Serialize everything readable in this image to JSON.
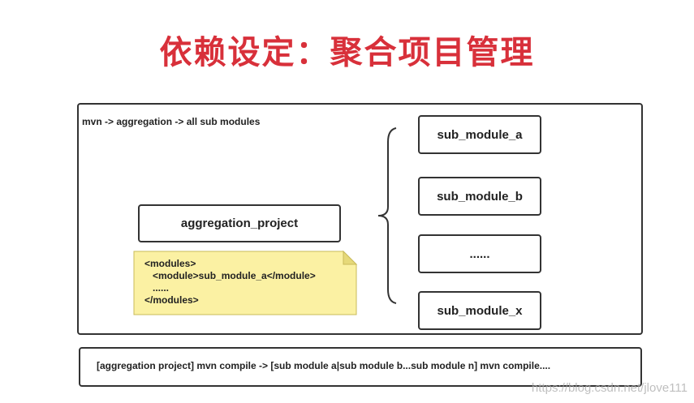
{
  "title": "依赖设定：聚合项目管理",
  "diagram": {
    "frame_caption": "mvn -> aggregation -> all sub  modules",
    "aggregation_box": "aggregation_project",
    "note_lines": [
      "<modules>",
      "   <module>sub_module_a</module>",
      "   ......",
      "</modules>"
    ],
    "modules": [
      "sub_module_a",
      "sub_module_b",
      "......",
      "sub_module_x"
    ],
    "bottom_text": "[aggregation  project] mvn compile -> [sub  module  a|sub  module  b...sub  module  n] mvn compile...."
  },
  "watermark": "https://blog.csdn.net/jlove111",
  "colors": {
    "title": "#d8303a",
    "note_fill": "#fbf1a3",
    "note_stroke": "#c9bb5a",
    "border": "#333333"
  }
}
